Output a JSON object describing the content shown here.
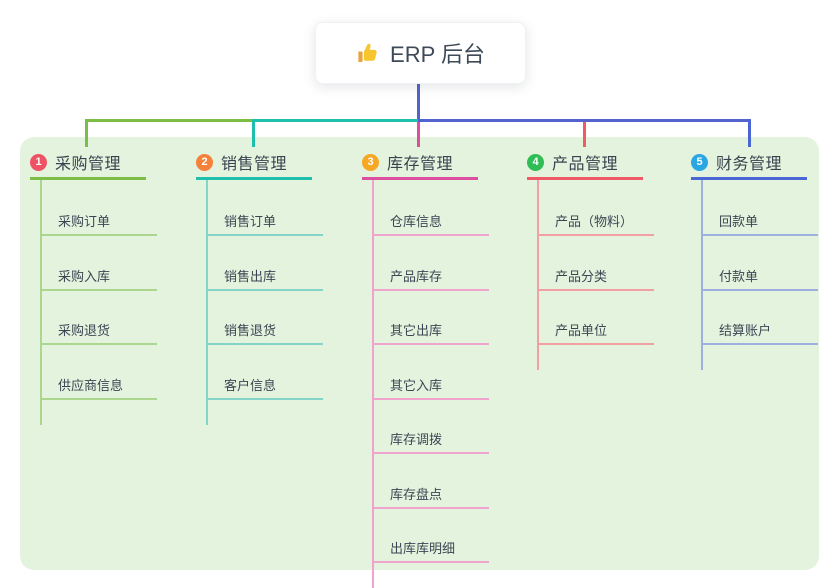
{
  "root": {
    "title": "ERP 后台",
    "icon": "thumbs-up-icon",
    "icon_color": "#f7c52e"
  },
  "panel": {
    "background": "#e3f3de"
  },
  "connectors": {
    "root_line": {
      "color": "#5263cd"
    },
    "bus_left": {
      "color": "#7cbe45"
    },
    "bus_mid": {
      "color": "#1ebfad"
    },
    "bus_right": {
      "color": "#5263cd"
    }
  },
  "branches": [
    {
      "number": "1",
      "title": "采购管理",
      "badge_color": "#ee5265",
      "accent_color": "#7cbe45",
      "child_line_color": "#abd68d",
      "children": [
        "采购订单",
        "采购入库",
        "采购退货",
        "供应商信息"
      ]
    },
    {
      "number": "2",
      "title": "销售管理",
      "badge_color": "#f5823b",
      "accent_color": "#1ebfad",
      "child_line_color": "#84d4c9",
      "children": [
        "销售订单",
        "销售出库",
        "销售退货",
        "客户信息"
      ]
    },
    {
      "number": "3",
      "title": "库存管理",
      "badge_color": "#f6a723",
      "accent_color": "#dc4f9f",
      "child_line_color": "#efa3cd",
      "children": [
        "仓库信息",
        "产品库存",
        "其它出库",
        "其它入库",
        "库存调拨",
        "库存盘点",
        "出库库明细"
      ]
    },
    {
      "number": "4",
      "title": "产品管理",
      "badge_color": "#2fbe55",
      "accent_color": "#f05a67",
      "child_line_color": "#f3a0a4",
      "children": [
        "产品（物料）",
        "产品分类",
        "产品单位"
      ]
    },
    {
      "number": "5",
      "title": "财务管理",
      "badge_color": "#2aa6e2",
      "accent_color": "#4a66d4",
      "child_line_color": "#9fb0e0",
      "children": [
        "回款单",
        "付款单",
        "结算账户"
      ]
    }
  ]
}
